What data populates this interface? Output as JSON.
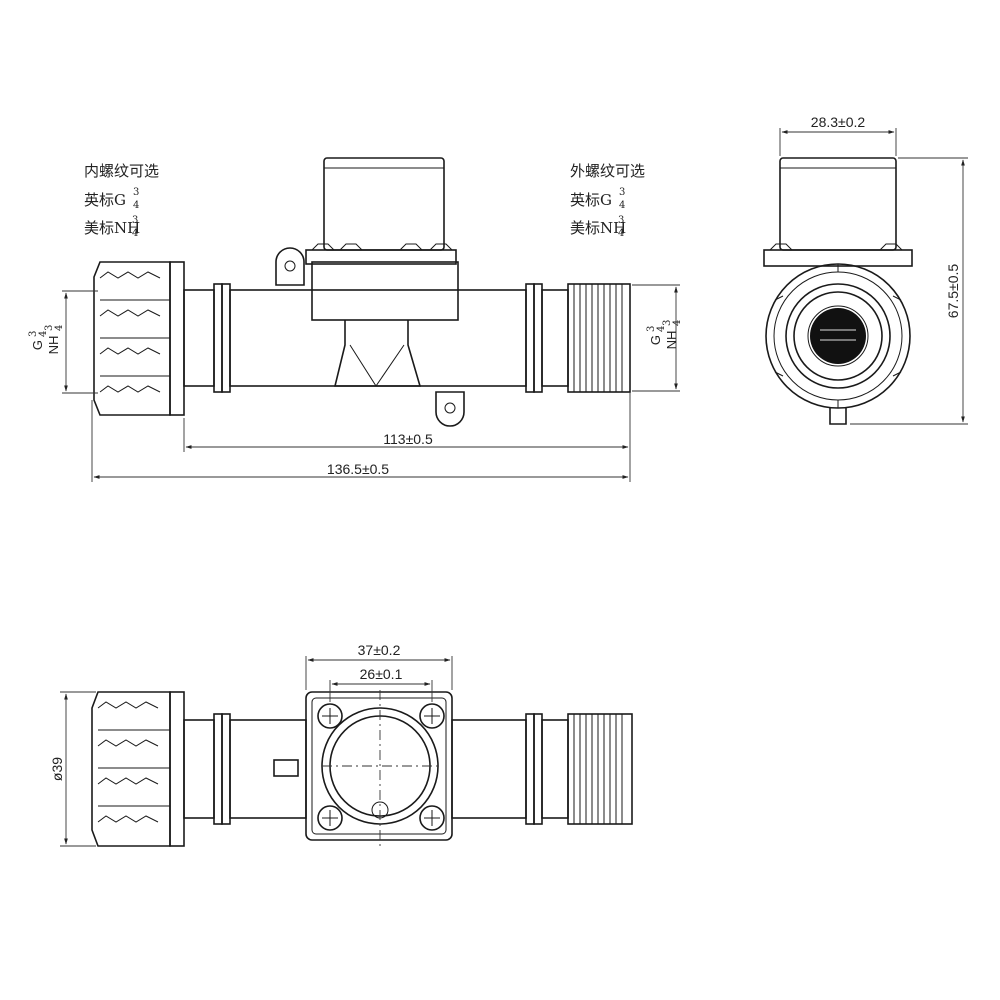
{
  "left_note": {
    "line1": "内螺纹可选",
    "line2_prefix": "英标G",
    "line3_prefix": "美标NH"
  },
  "right_note": {
    "line1": "外螺纹可选",
    "line2_prefix": "英标G",
    "line3_prefix": "美标NH"
  },
  "fraction": {
    "num": "3",
    "den": "4"
  },
  "thread_labels": {
    "g": "G",
    "nh": "NH"
  },
  "dimensions": {
    "length_113": "113±0.5",
    "length_136": "136.5±0.5",
    "width_28": "28.3±0.2",
    "height_67": "67.5±0.5",
    "width_37": "37±0.2",
    "width_26": "26±0.1",
    "diameter_39": "ø39"
  }
}
